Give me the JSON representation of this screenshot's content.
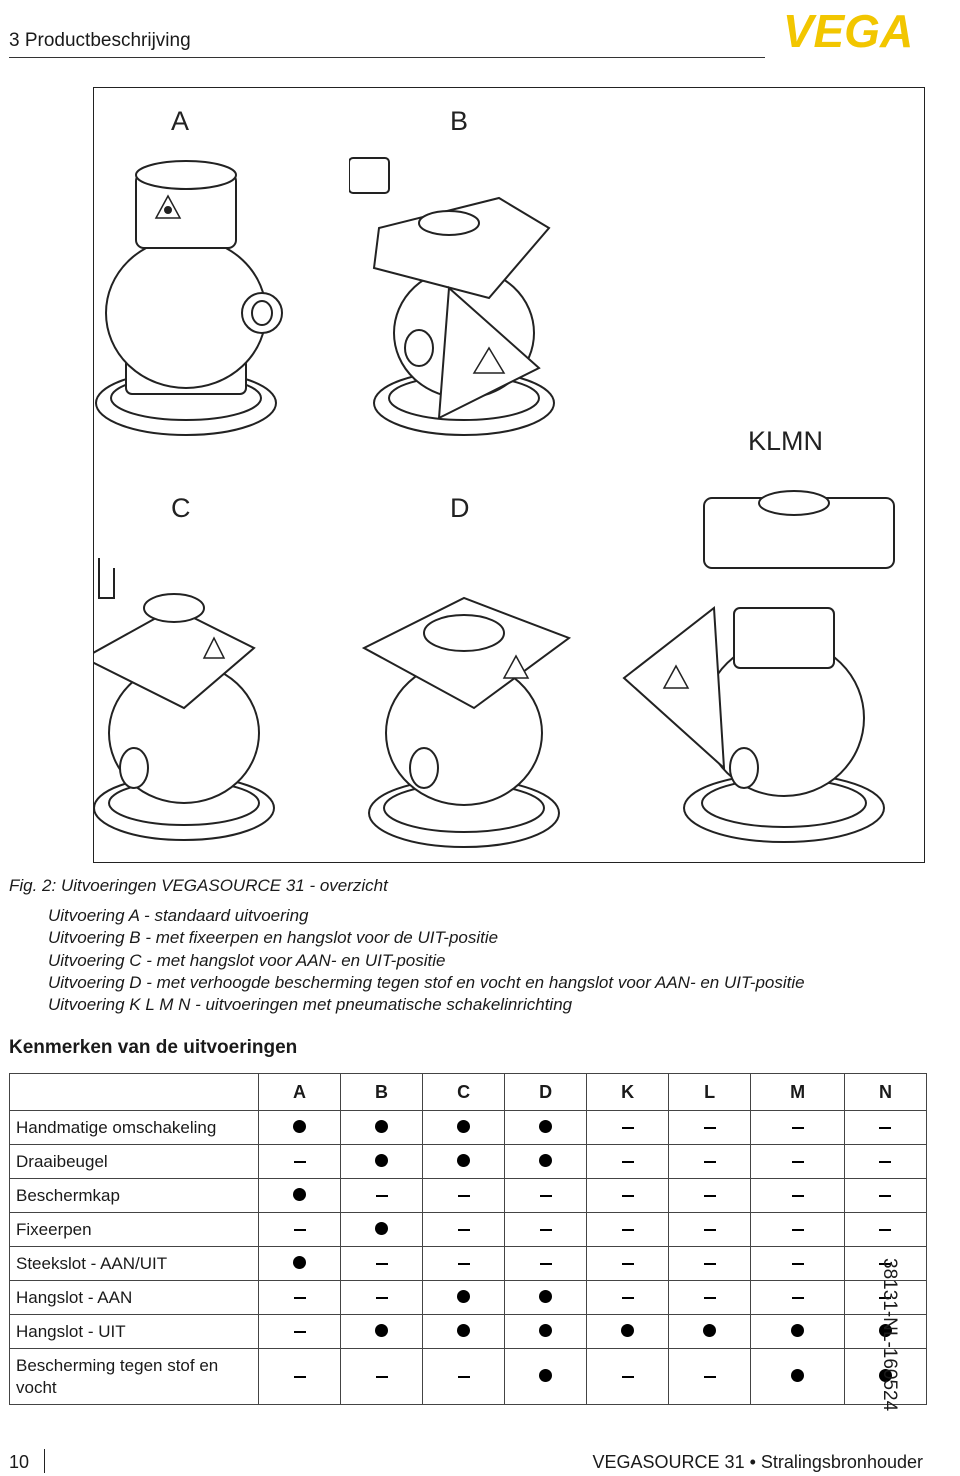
{
  "header": {
    "section_title": "3 Productbeschrijving",
    "logo_text": "VEGA",
    "logo_color": "#f2c600"
  },
  "figure": {
    "labels": [
      "A",
      "B",
      "KLMN",
      "C",
      "D"
    ],
    "caption": "Fig. 2: Uitvoeringen VEGASOURCE 31 - overzicht",
    "variants": [
      "Uitvoering A - standaard uitvoering",
      "Uitvoering B - met fixeerpen en hangslot voor de UIT-positie",
      "Uitvoering C - met hangslot voor AAN- en UIT-positie",
      "Uitvoering D - met verhoogde bescherming tegen stof en vocht en hangslot voor AAN- en UIT-positie",
      "Uitvoering K L M N - uitvoeringen met pneumatische schakelinrichting"
    ]
  },
  "features": {
    "heading": "Kenmerken van de uitvoeringen",
    "columns": [
      "A",
      "B",
      "C",
      "D",
      "K",
      "L",
      "M",
      "N"
    ],
    "rows": [
      {
        "label": "Handmatige omschakeling",
        "values": [
          "dot",
          "dot",
          "dot",
          "dot",
          "dash",
          "dash",
          "dash",
          "dash"
        ]
      },
      {
        "label": "Draaibeugel",
        "values": [
          "dash",
          "dot",
          "dot",
          "dot",
          "dash",
          "dash",
          "dash",
          "dash"
        ]
      },
      {
        "label": "Beschermkap",
        "values": [
          "dot",
          "dash",
          "dash",
          "dash",
          "dash",
          "dash",
          "dash",
          "dash"
        ]
      },
      {
        "label": "Fixeerpen",
        "values": [
          "dash",
          "dot",
          "dash",
          "dash",
          "dash",
          "dash",
          "dash",
          "dash"
        ]
      },
      {
        "label": "Steekslot - AAN/UIT",
        "values": [
          "dot",
          "dash",
          "dash",
          "dash",
          "dash",
          "dash",
          "dash",
          "dash"
        ]
      },
      {
        "label": "Hangslot - AAN",
        "values": [
          "dash",
          "dash",
          "dot",
          "dot",
          "dash",
          "dash",
          "dash",
          "dash"
        ]
      },
      {
        "label": "Hangslot - UIT",
        "values": [
          "dash",
          "dot",
          "dot",
          "dot",
          "dot",
          "dot",
          "dot",
          "dot"
        ]
      },
      {
        "label": "Bescherming tegen stof en vocht",
        "values": [
          "dash",
          "dash",
          "dash",
          "dot",
          "dash",
          "dash",
          "dot",
          "dot"
        ]
      }
    ]
  },
  "footer": {
    "page_number": "10",
    "title": "VEGASOURCE 31 • Stralingsbronhouder",
    "doc_code": "38131-NL-160524"
  }
}
